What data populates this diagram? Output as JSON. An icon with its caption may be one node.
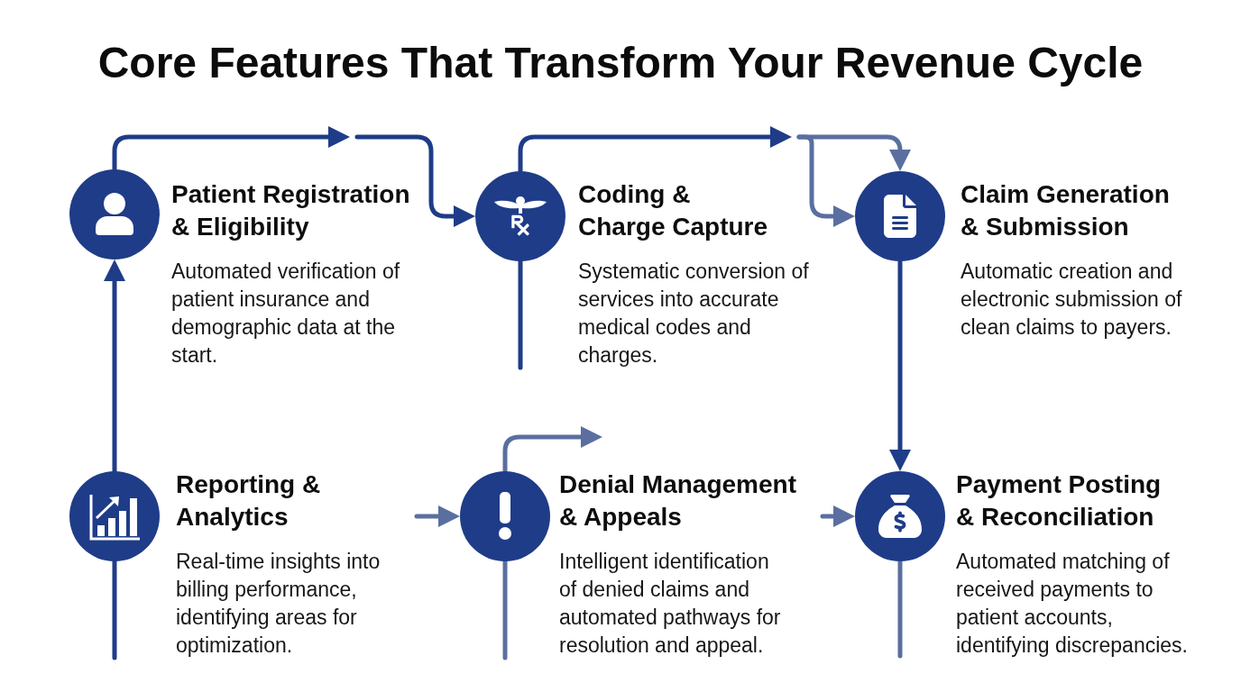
{
  "diagram": {
    "title": "Core Features That Transform Your Revenue Cycle",
    "nodes": [
      {
        "text": [],
        "shape": "circle",
        "beside": [
          "Patient Registration & Eligibility",
          "Automated verification of patient insurance and demographic data at the start."
        ]
      },
      {
        "text": [],
        "shape": "circle",
        "beside": [
          "Coding & Charge Capture",
          "Systematic conversion of services into accurate medical codes and charges."
        ]
      },
      {
        "text": [],
        "shape": "circle",
        "beside": [
          "Claim Generation & Submission",
          "Automatic creation and electronic submission of clean claims to payers."
        ]
      },
      {
        "text": [],
        "shape": "circle",
        "beside": [
          "Reporting & Analytics",
          "Real-time insights into billing performance, identifying areas for optimization."
        ]
      },
      {
        "text": [],
        "shape": "circle",
        "beside": [
          "Denial Management & Appeals",
          "Intelligent identification of denied claims and automated pathways for resolution and appeal."
        ]
      },
      {
        "text": [],
        "shape": "circle",
        "beside": [
          "Payment Posting & Reconciliation",
          "Automated matching of received payments to patient accounts, identifying discrepancies."
        ]
      }
    ],
    "edges": [
      {
        "from": 0,
        "to": null,
        "arrow": "to"
      },
      {
        "from": null,
        "to": 1,
        "arrow": "to"
      },
      {
        "from": 1,
        "to": null,
        "arrow": "to"
      },
      {
        "from": null,
        "to": 2,
        "arrow": "to",
        "color": "#5a6fa0"
      },
      {
        "from": null,
        "to": 2,
        "arrow": "to",
        "color": "#5a6fa0"
      },
      {
        "from": 1,
        "to": null,
        "arrow": "none"
      },
      {
        "from": 2,
        "to": 5,
        "arrow": "to"
      },
      {
        "from": 3,
        "to": 0,
        "arrow": "to"
      },
      {
        "from": 3,
        "to": null,
        "arrow": "none"
      },
      {
        "from": null,
        "to": 4,
        "arrow": "to",
        "color": "#5a6fa0"
      },
      {
        "from": 4,
        "to": null,
        "arrow": "to",
        "color": "#5a6fa0"
      },
      {
        "from": 4,
        "to": null,
        "arrow": "none",
        "color": "#5a6fa0"
      },
      {
        "from": null,
        "to": 5,
        "arrow": "to",
        "color": "#5a6fa0"
      },
      {
        "from": 5,
        "to": null,
        "arrow": "none",
        "color": "#5a6fa0"
      }
    ]
  }
}
